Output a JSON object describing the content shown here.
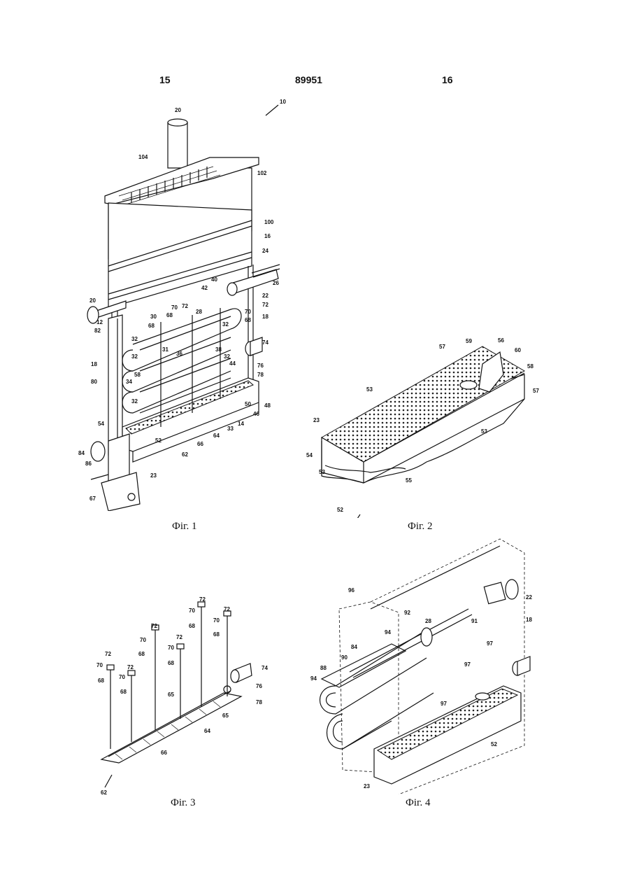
{
  "header": {
    "page_left": "15",
    "patent_number": "89951",
    "page_right": "16"
  },
  "captions": {
    "fig1": "Фіг. 1",
    "fig2": "Фіг. 2",
    "fig3": "Фіг. 3",
    "fig4": "Фіг. 4"
  },
  "fig1_labels": [
    "10",
    "20",
    "104",
    "102",
    "100",
    "16",
    "24",
    "26",
    "40",
    "42",
    "22",
    "72",
    "70",
    "18",
    "68",
    "20",
    "12",
    "82",
    "18",
    "80",
    "30",
    "68",
    "32",
    "31",
    "32",
    "38",
    "36",
    "32",
    "34",
    "58",
    "32",
    "74",
    "76",
    "78",
    "48",
    "46",
    "50",
    "14",
    "33",
    "64",
    "66",
    "62",
    "52",
    "54",
    "84",
    "86",
    "23",
    "67",
    "28",
    "72",
    "70",
    "68",
    "44",
    "32"
  ],
  "fig2_labels": [
    "57",
    "59",
    "56",
    "60",
    "58",
    "57",
    "53",
    "53",
    "23",
    "54",
    "53",
    "55",
    "52"
  ],
  "fig3_labels": [
    "72",
    "70",
    "68",
    "72",
    "70",
    "68",
    "72",
    "70",
    "68",
    "72",
    "70",
    "68",
    "72",
    "70",
    "68",
    "72",
    "70",
    "68",
    "74",
    "76",
    "78",
    "65",
    "65",
    "64",
    "66",
    "62"
  ],
  "fig4_labels": [
    "96",
    "22",
    "92",
    "28",
    "91",
    "18",
    "94",
    "84",
    "90",
    "88",
    "94",
    "97",
    "97",
    "97",
    "52",
    "23"
  ]
}
